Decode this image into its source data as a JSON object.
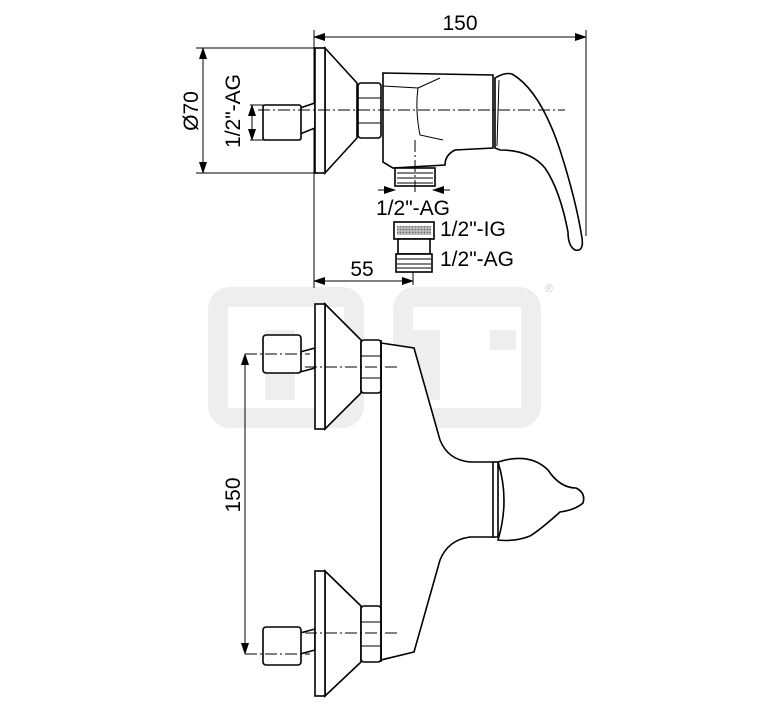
{
  "watermark": {
    "text": "DIBT",
    "registered_mark": "®"
  },
  "top_view": {
    "width_dim": "150",
    "diameter_dim": "Ø70",
    "inlet_thread": "1/2\"-AG",
    "outlet_thread": "1/2\"-AG",
    "adapter_top_thread": "1/2\"-IG",
    "adapter_bottom_thread": "1/2\"-AG",
    "outlet_offset_dim": "55"
  },
  "front_view": {
    "inlet_spacing_dim": "150"
  }
}
